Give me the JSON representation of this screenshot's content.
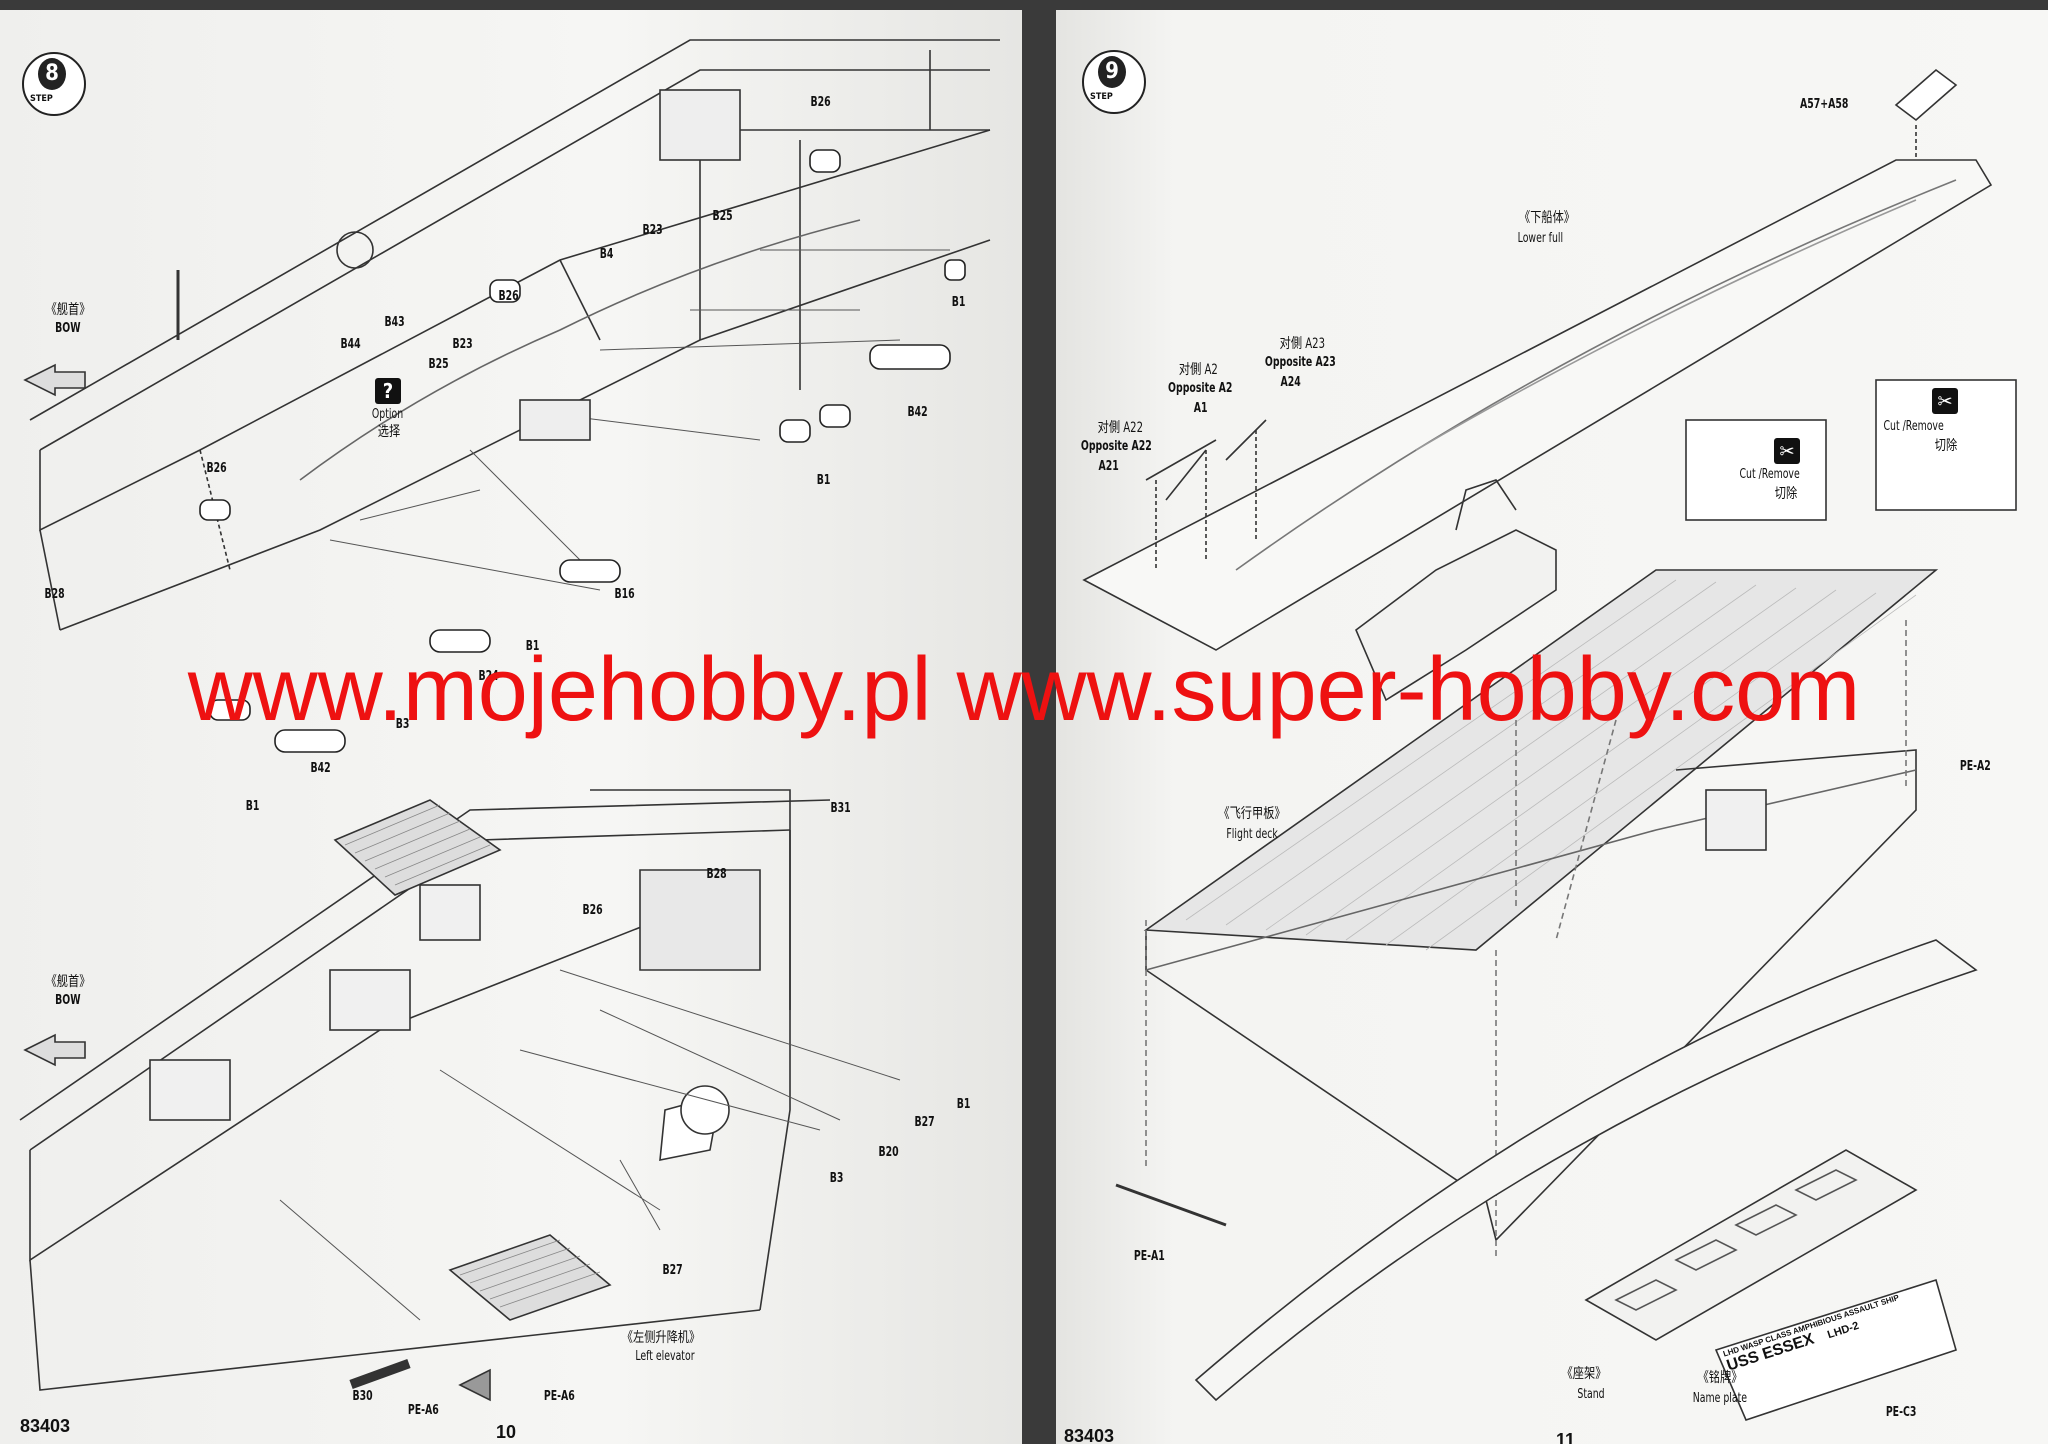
{
  "watermark": "www.mojehobby.pl www.super-hobby.com",
  "left_page": {
    "step": {
      "number": "8",
      "label": "STEP"
    },
    "page_number": "10",
    "catalog_number": "83403",
    "labels": {
      "bow_cn_1": "《舰首》",
      "bow_1": "BOW",
      "bow_cn_2": "《舰首》",
      "bow_2": "BOW",
      "b26_a": "B26",
      "b26_b": "B26",
      "b26_c": "B26",
      "b26_d": "B26",
      "b25_a": "B25",
      "b25_b": "B25",
      "b23_a": "B23",
      "b23_b": "B23",
      "b4": "B4",
      "b1_a": "B1",
      "b1_b": "B1",
      "b1_c": "B1",
      "b1_d": "B1",
      "b1_e": "B1",
      "b42_a": "B42",
      "b42_b": "B42",
      "b43": "B43",
      "b44": "B44",
      "option": "Option",
      "option_cn": "选择",
      "b16": "B16",
      "b24": "B24",
      "b3_a": "B3",
      "b3_b": "B3",
      "b28_a": "B28",
      "b28_b": "B28",
      "b31": "B31",
      "b27_a": "B27",
      "b27_b": "B27",
      "b20": "B20",
      "b30": "B30",
      "pe_a6_a": "PE-A6",
      "pe_a6_b": "PE-A6",
      "left_elevator_cn": "《左侧升降机》",
      "left_elevator": "Left elevator"
    }
  },
  "right_page": {
    "step": {
      "number": "9",
      "label": "STEP"
    },
    "page_number": "11",
    "catalog_number": "83403",
    "labels": {
      "a57_a58": "A57+A58",
      "lower_hull_cn": "《下船体》",
      "lower_hull": "Lower full",
      "opp_a23_cn": "对側 A23",
      "opp_a23": "Opposite A23",
      "a24": "A24",
      "opp_a2_cn": "对側 A2",
      "opp_a2": "Opposite A2",
      "a1": "A1",
      "opp_a22_cn": "对側 A22",
      "opp_a22": "Opposite A22",
      "a21": "A21",
      "cut_remove_1": "Cut /Remove",
      "cut_remove_1_cn": "切除",
      "cut_remove_2": "Cut /Remove",
      "cut_remove_2_cn": "切除",
      "pe_a2": "PE-A2",
      "flight_deck_cn": "《飞行甲板》",
      "flight_deck": "Flight deck",
      "pe_a1": "PE-A1",
      "stand_cn": "《座架》",
      "stand": "Stand",
      "name_plate_cn": "《铭牌》",
      "name_plate": "Name plate",
      "pe_c3": "PE-C3",
      "plate_line_1": "LHD WASP CLASS AMPHIBIOUS ASSAULT SHIP",
      "plate_line_2": "USS ESSEX",
      "plate_line_3": "LHD-2"
    }
  }
}
